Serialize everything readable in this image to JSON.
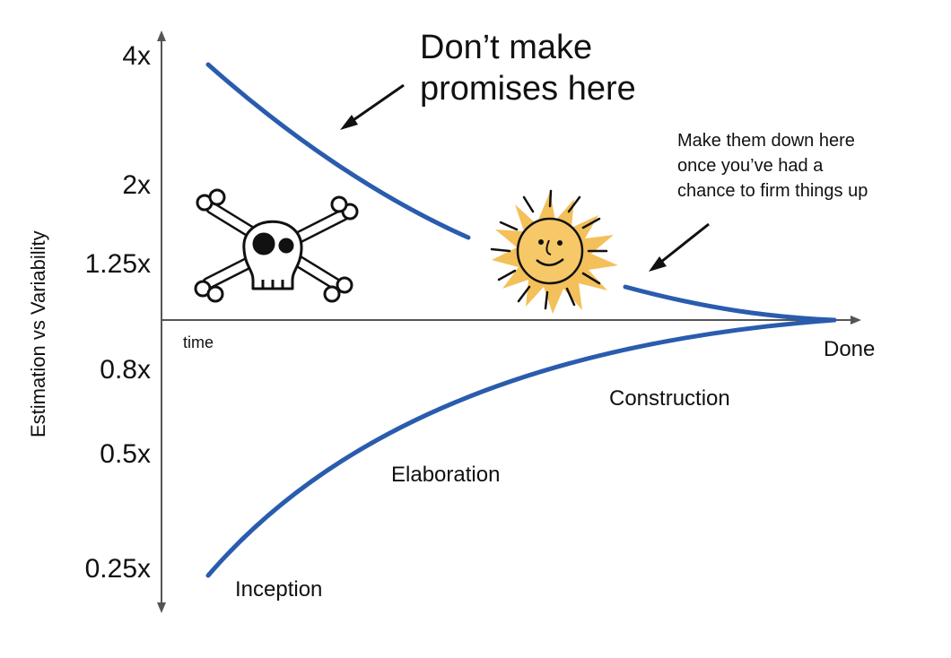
{
  "y_axis": {
    "label": "Estimation vs Variability",
    "ticks": [
      "4x",
      "2x",
      "1.25x",
      "0.8x",
      "0.5x",
      "0.25x"
    ]
  },
  "x_axis": {
    "label": "time",
    "end_label": "Done"
  },
  "phases": [
    "Inception",
    "Elaboration",
    "Construction"
  ],
  "callout_top": {
    "line1": "Don’t make",
    "line2": "promises here"
  },
  "callout_right": {
    "line1": "Make them down here",
    "line2": "once you’ve had a",
    "line3": "chance to firm things up"
  },
  "illustrations": [
    "skull-and-crossbones-icon",
    "smiling-sun-icon"
  ],
  "colors": {
    "curve": "#2a5cae",
    "axis": "#555555",
    "sun": "#f3c05a",
    "ink": "#111111"
  }
}
